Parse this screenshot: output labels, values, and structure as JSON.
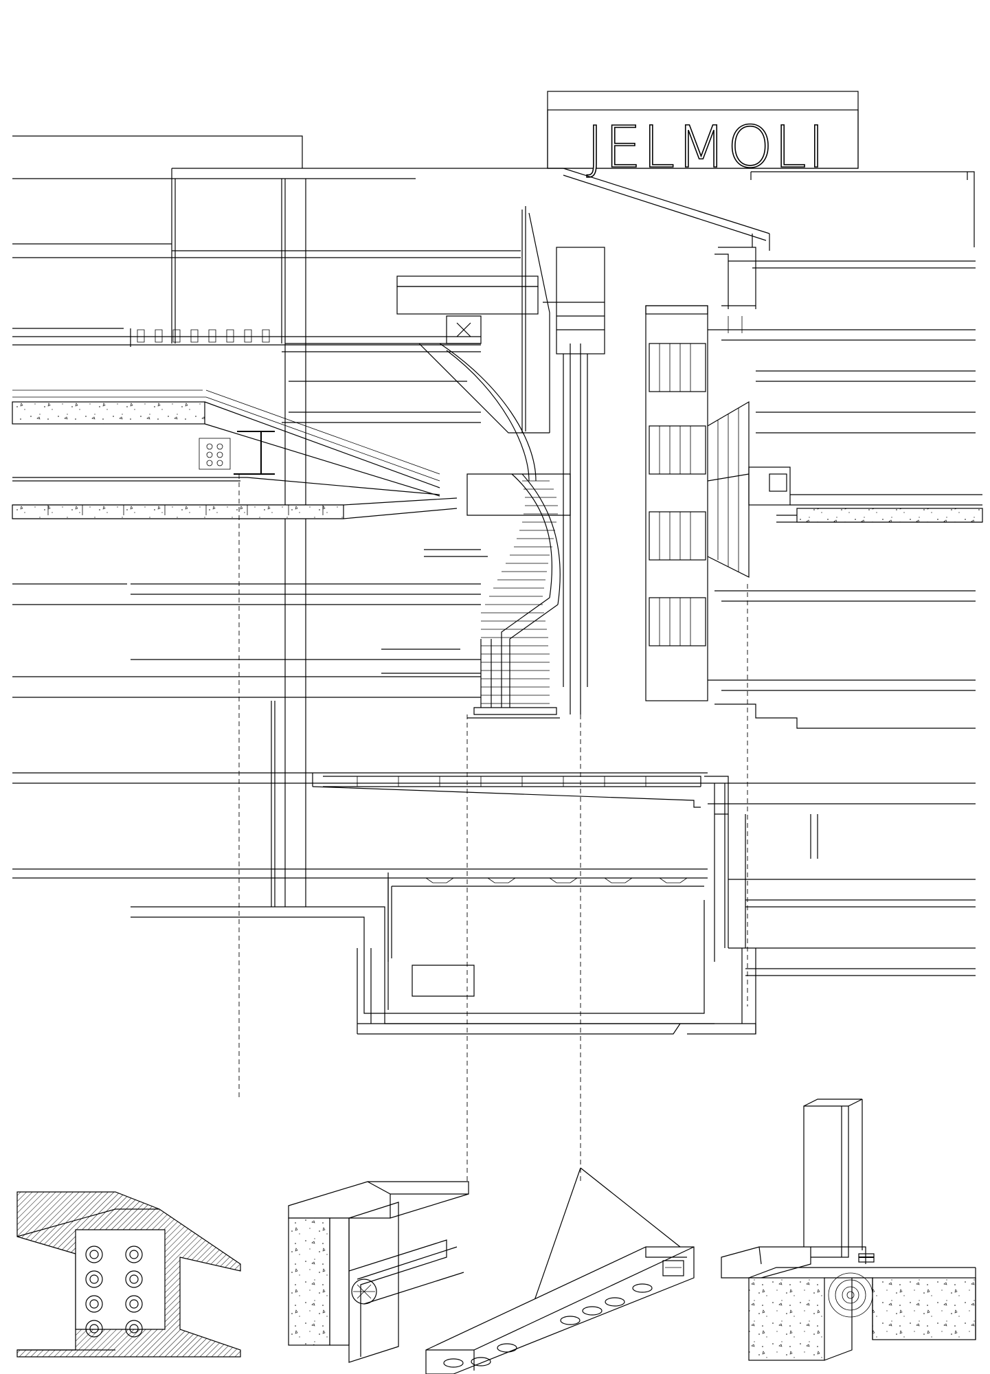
{
  "sign": {
    "text": "JELMOLI"
  },
  "colors": {
    "line": "#000000",
    "paper": "#ffffff"
  },
  "details": [
    {
      "id": "detail-steel-beam",
      "icon": "i-beam-bolted-connection"
    },
    {
      "id": "detail-handrail",
      "icon": "handrail-profile"
    },
    {
      "id": "detail-light-fixture",
      "icon": "suspended-luminaire"
    },
    {
      "id": "detail-glass-base",
      "icon": "glass-facade-base"
    }
  ]
}
